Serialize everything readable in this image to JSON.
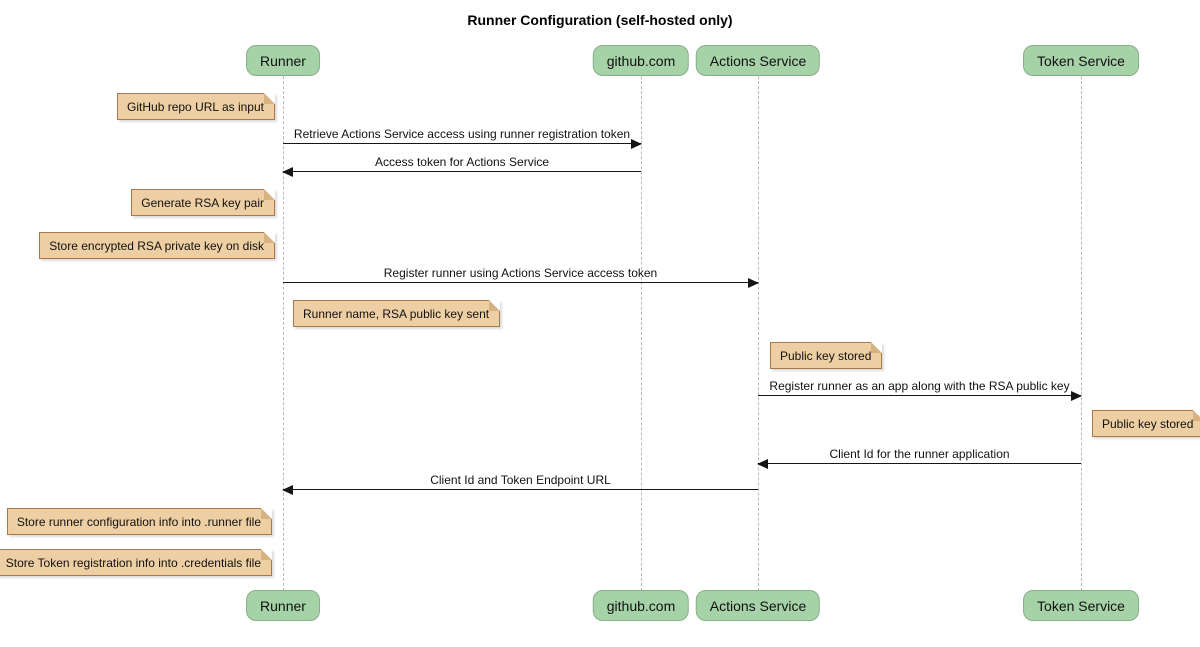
{
  "title": "Runner Configuration (self-hosted only)",
  "participants": [
    {
      "name": "Runner"
    },
    {
      "name": "github.com"
    },
    {
      "name": "Actions Service"
    },
    {
      "name": "Token Service"
    }
  ],
  "messages": [
    {
      "text": "Retrieve Actions Service access using runner registration token",
      "from": "Runner",
      "to": "github.com",
      "direction": "right"
    },
    {
      "text": "Access token for Actions Service",
      "from": "github.com",
      "to": "Runner",
      "direction": "left"
    },
    {
      "text": "Register runner using Actions Service access token",
      "from": "Runner",
      "to": "Actions Service",
      "direction": "right"
    },
    {
      "text": "Register runner as an app along with the RSA public key",
      "from": "Actions Service",
      "to": "Token Service",
      "direction": "right"
    },
    {
      "text": "Client Id for the runner application",
      "from": "Token Service",
      "to": "Actions Service",
      "direction": "left"
    },
    {
      "text": "Client Id and Token Endpoint URL",
      "from": "Actions Service",
      "to": "Runner",
      "direction": "left"
    }
  ],
  "notes": [
    {
      "text": "GitHub repo URL as input",
      "anchor": "left of Runner"
    },
    {
      "text": "Generate RSA key pair",
      "anchor": "left of Runner"
    },
    {
      "text": "Store encrypted RSA private key on disk",
      "anchor": "left of Runner"
    },
    {
      "text": "Runner name, RSA public key sent",
      "anchor": "right of Runner"
    },
    {
      "text": "Public key stored",
      "anchor": "right of Actions Service"
    },
    {
      "text": "Public key stored",
      "anchor": "right of Token Service"
    },
    {
      "text": "Store runner configuration info into .runner file",
      "anchor": "left of Runner"
    },
    {
      "text": "Store Token registration info into .credentials file",
      "anchor": "left of Runner"
    }
  ],
  "colors": {
    "participant_fill": "#a6d2a8",
    "participant_border": "#89ae8b",
    "note_fill": "#edcfa3",
    "note_border": "#a5794b",
    "lifeline": "#b9b9b9",
    "arrow": "#161616",
    "background": "#ffffff"
  }
}
